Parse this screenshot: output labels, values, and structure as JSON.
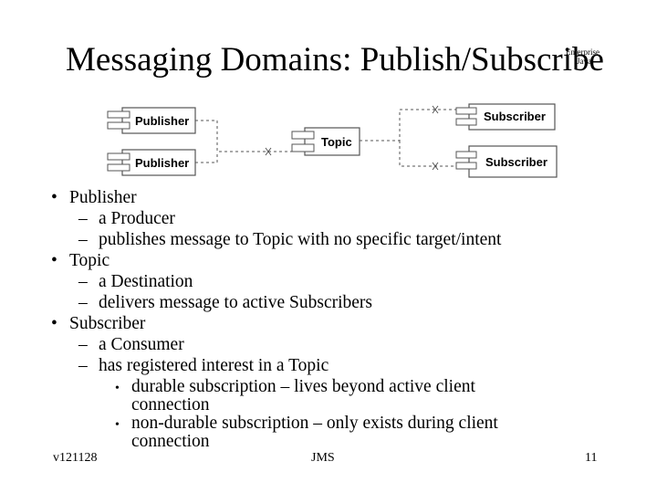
{
  "slide": {
    "title": "Messaging Domains: Publish/Subscribe",
    "logo_line1": "Enterprise",
    "logo_line2": "Java"
  },
  "diagram": {
    "publisher1": "Publisher",
    "publisher2": "Publisher",
    "topic": "Topic",
    "subscriber1": "Subscriber",
    "subscriber2": "Subscriber"
  },
  "bullets": {
    "b1": "Publisher",
    "b1_s1": "a Producer",
    "b1_s2": "publishes message to Topic with no specific target/intent",
    "b2": "Topic",
    "b2_s1": "a Destination",
    "b2_s2": "delivers message to active Subscribers",
    "b3": "Subscriber",
    "b3_s1": "a Consumer",
    "b3_s2": "has registered interest in a Topic",
    "b3_s2_a_line1": "durable subscription – lives beyond active client",
    "b3_s2_a_line2": "connection",
    "b3_s2_b_line1": "non-durable subscription – only exists during client",
    "b3_s2_b_line2": "connection"
  },
  "footer": {
    "version": "v121128",
    "subject": "JMS",
    "page": "11"
  }
}
